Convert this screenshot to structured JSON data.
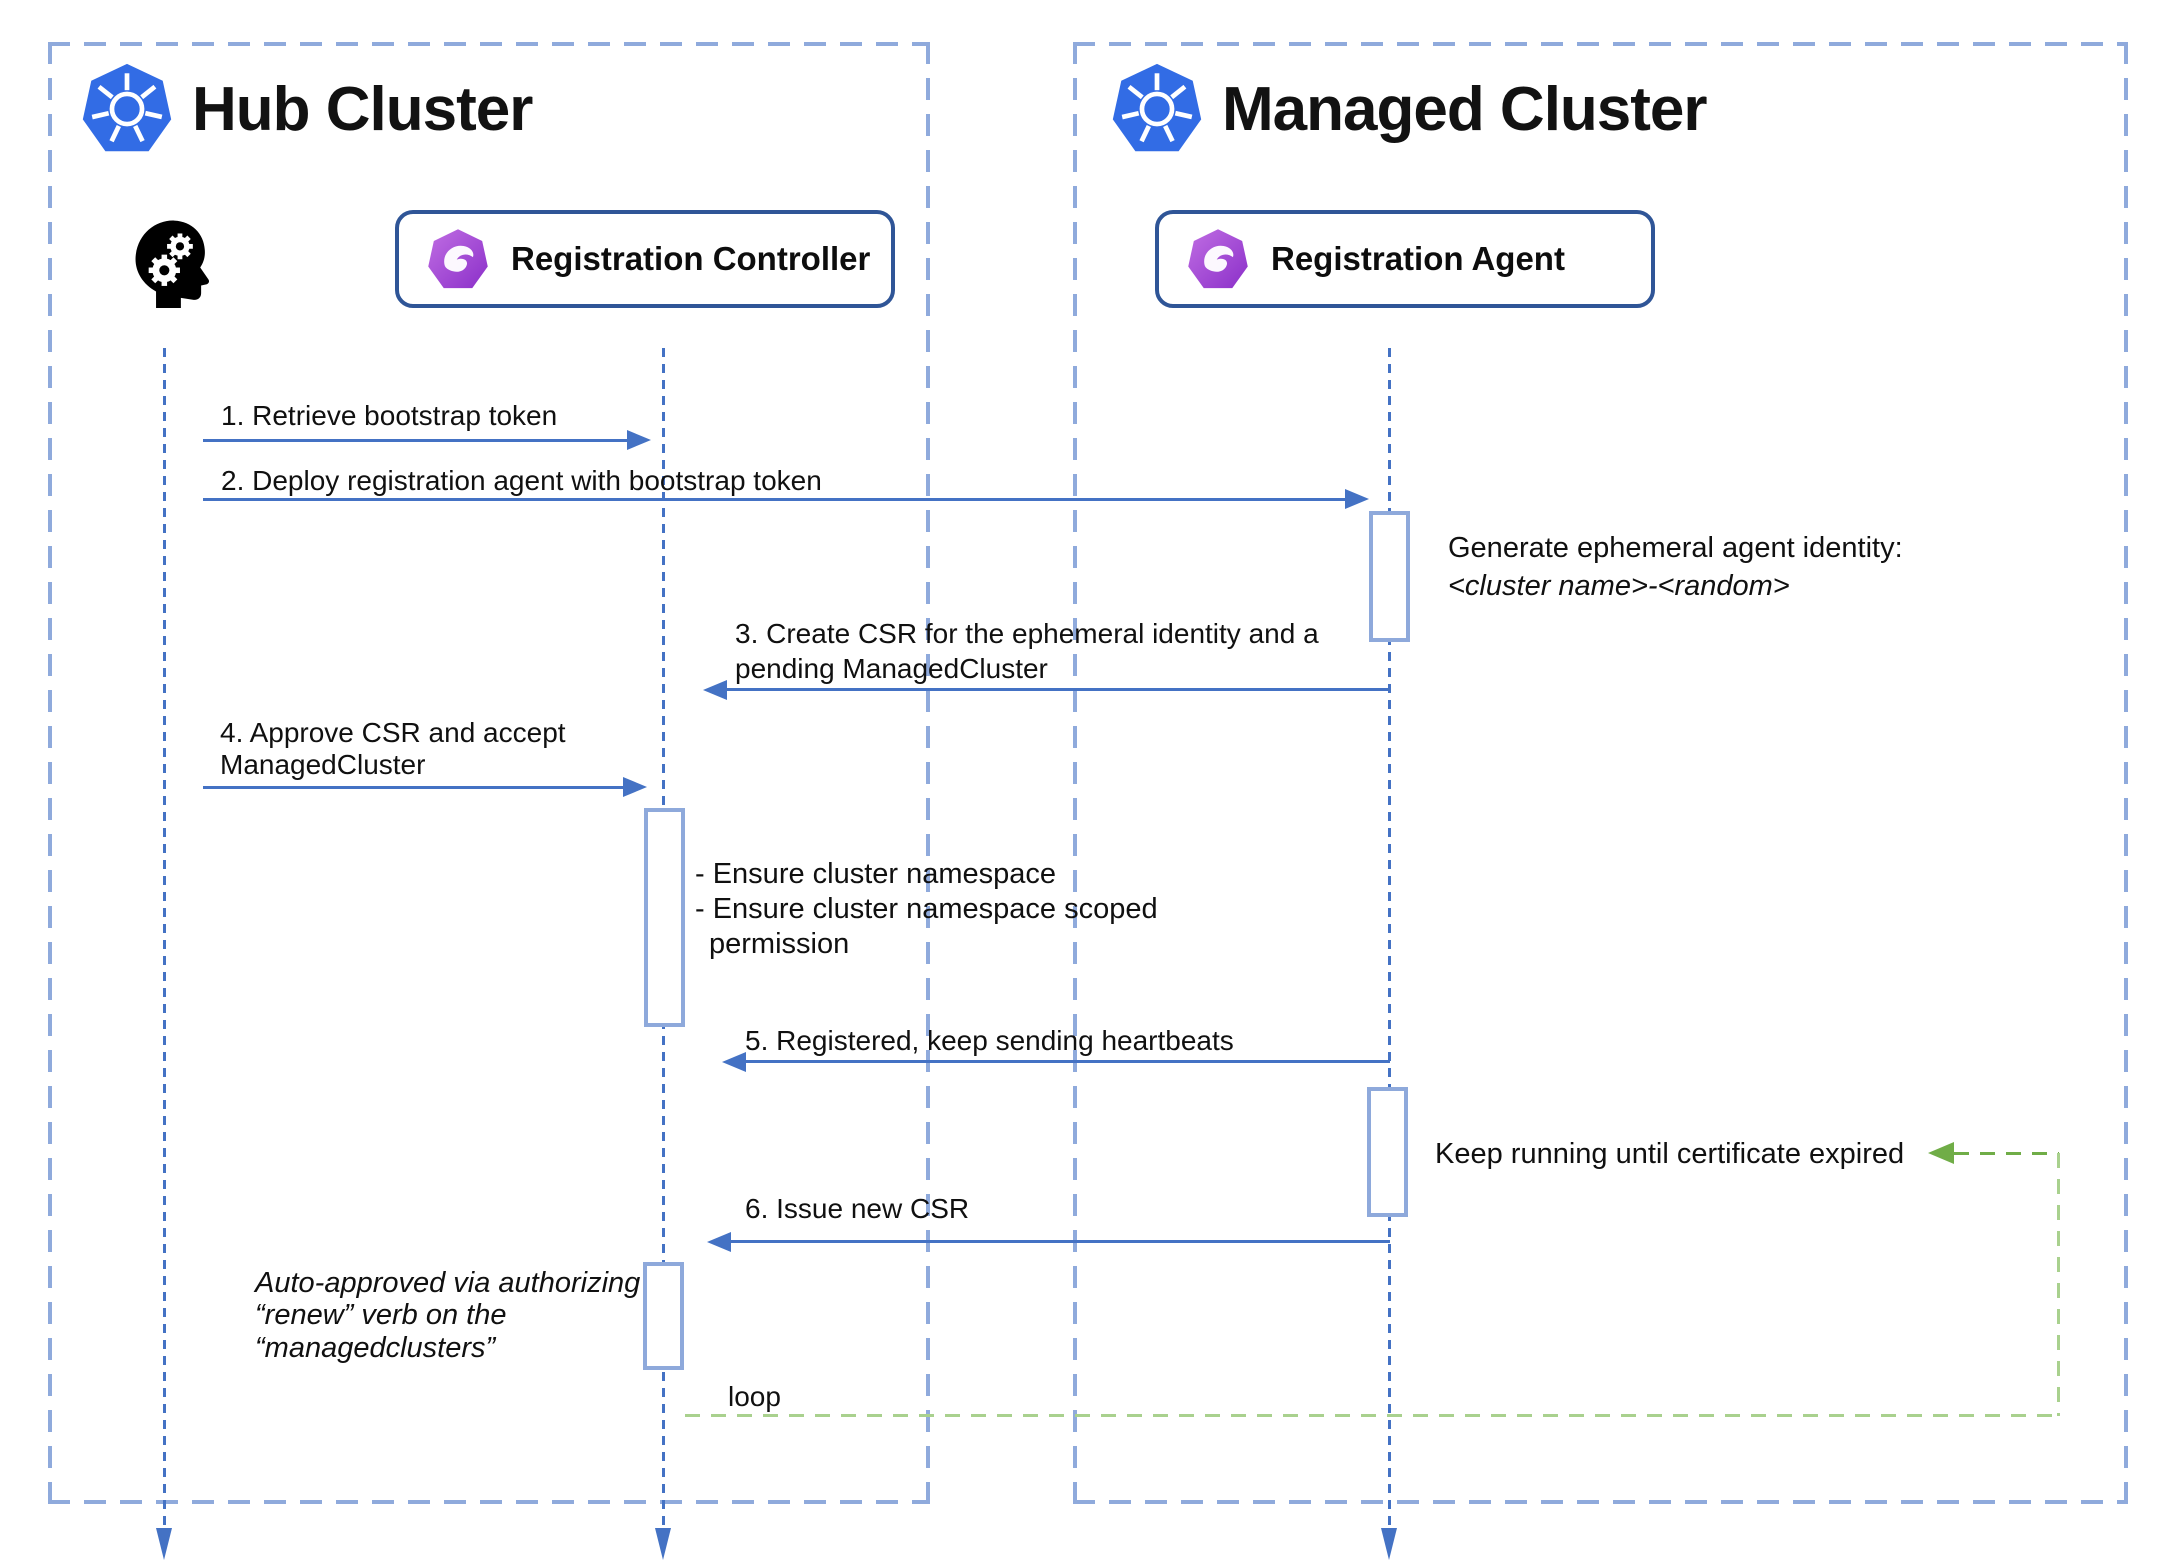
{
  "colors": {
    "accent_blue": "#4472C4",
    "cluster_border": "#8FAADC",
    "activation_border": "#8EA9DB",
    "actor_border": "#2F5597",
    "kubernetes_blue": "#326CE5",
    "ocm_purple_light": "#C06EE3",
    "ocm_purple_dark": "#8B2FC9",
    "green_dark": "#70AD47",
    "green_light": "#A9D18E"
  },
  "hub": {
    "title": "Hub Cluster"
  },
  "managed": {
    "title": "Managed Cluster"
  },
  "actors": {
    "controller": "Registration Controller",
    "agent": "Registration Agent"
  },
  "messages": {
    "m1": "1. Retrieve bootstrap token",
    "m2": "2. Deploy registration agent with bootstrap token",
    "m3a": "3. Create CSR for the ephemeral identity and a",
    "m3b": "pending ManagedCluster",
    "m4a": "4. Approve CSR and accept",
    "m4b": "ManagedCluster",
    "m5": "5. Registered, keep sending heartbeats",
    "m6": "6. Issue new CSR"
  },
  "notes": {
    "gen1": "Generate ephemeral agent identity:",
    "gen2": "<cluster name>-<random>",
    "ens1": "- Ensure cluster namespace",
    "ens2": "- Ensure cluster namespace scoped",
    "ens3": "permission",
    "keep": "Keep running until certificate expired",
    "auto1": "Auto-approved via authorizing",
    "auto2": "“renew” verb on the",
    "auto3": "“managedclusters”",
    "loop": "loop"
  }
}
